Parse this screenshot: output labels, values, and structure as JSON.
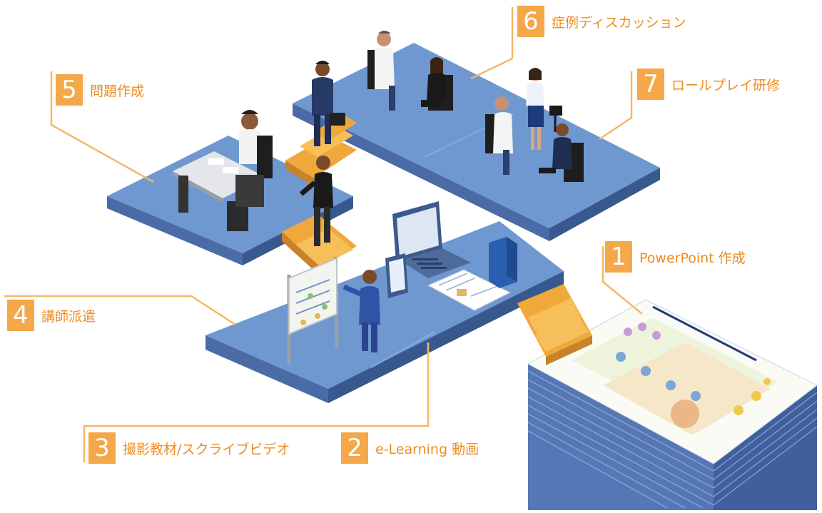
{
  "labels": [
    {
      "num": "1",
      "text": "PowerPoint 作成"
    },
    {
      "num": "2",
      "text": "e-Learning 動画"
    },
    {
      "num": "3",
      "text": "撮影教材/スクライブビデオ"
    },
    {
      "num": "4",
      "text": "講師派遣"
    },
    {
      "num": "5",
      "text": "問題作成"
    },
    {
      "num": "6",
      "text": "症例ディスカッション"
    },
    {
      "num": "7",
      "text": "ロールプレイ研修"
    }
  ],
  "colors": {
    "platform_top": "#7098d0",
    "platform_side": "#37598e",
    "stairs": "#f0a83a",
    "accent": "#f4a84a",
    "label_text": "#ee8c22",
    "leader_line": "#f4b766"
  }
}
